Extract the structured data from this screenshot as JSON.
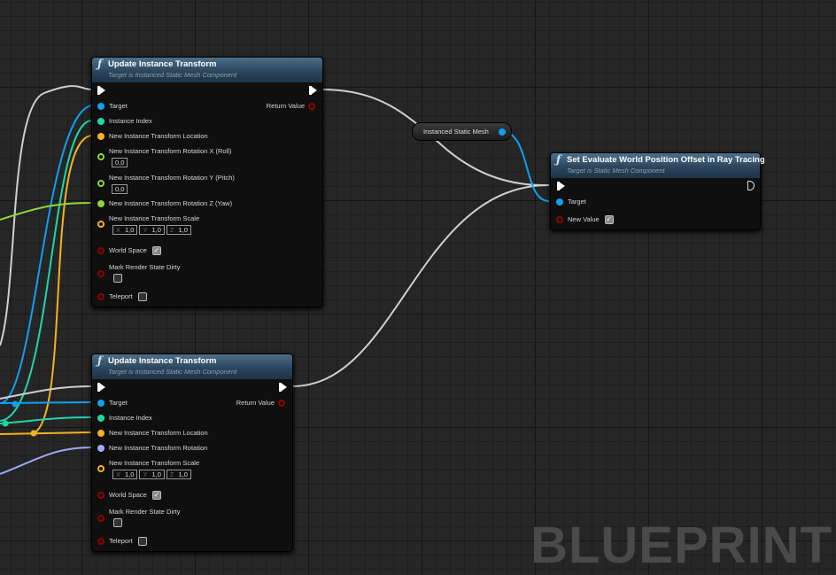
{
  "nodes": {
    "update1": {
      "title": "Update Instance Transform",
      "subtitle": "Target is Instanced Static Mesh Component",
      "pins": {
        "target": "Target",
        "index": "Instance Index",
        "location": "New Instance Transform Location",
        "rot_x": "New Instance Transform Rotation X (Roll)",
        "rot_x_value": "0,0",
        "rot_y": "New Instance Transform Rotation Y (Pitch)",
        "rot_y_value": "0,0",
        "rot_z": "New Instance Transform Rotation Z (Yaw)",
        "scale": "New Instance Transform Scale",
        "world_space": "World Space",
        "mark_dirty": "Mark Render State Dirty",
        "teleport": "Teleport",
        "return_value": "Return Value"
      },
      "scale": {
        "x_label": "X",
        "x": "1,0",
        "y_label": "Y",
        "y": "1,0",
        "z_label": "Z",
        "z": "1,0"
      },
      "world_space_checked": true,
      "mark_dirty_checked": false,
      "teleport_checked": false
    },
    "update2": {
      "title": "Update Instance Transform",
      "subtitle": "Target is Instanced Static Mesh Component",
      "pins": {
        "target": "Target",
        "index": "Instance Index",
        "location": "New Instance Transform Location",
        "rotation": "New Instance Transform Rotation",
        "scale": "New Instance Transform Scale",
        "world_space": "World Space",
        "mark_dirty": "Mark Render State Dirty",
        "teleport": "Teleport",
        "return_value": "Return Value"
      },
      "scale": {
        "x_label": "X",
        "x": "1,0",
        "y_label": "Y",
        "y": "1,0",
        "z_label": "Z",
        "z": "1,0"
      },
      "world_space_checked": true,
      "mark_dirty_checked": false,
      "teleport_checked": false
    },
    "set_wpo": {
      "title": "Set Evaluate World Position Offset in Ray Tracing",
      "subtitle": "Target is Static Mesh Component",
      "pins": {
        "target": "Target",
        "new_value": "New Value"
      },
      "new_value_checked": true
    },
    "variable": {
      "label": "Instanced Static Mesh"
    }
  },
  "watermark": "BLUEPRINT",
  "colors": {
    "object": "#0fa0f0",
    "int": "#1fd6a8",
    "vector": "#f4b21c",
    "float": "#8fd636",
    "bool": "#8c0000",
    "rotator": "#a0a8f8",
    "exec": "#ffffff"
  }
}
